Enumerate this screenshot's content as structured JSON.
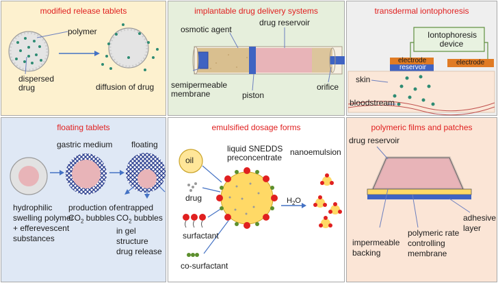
{
  "panels": {
    "modified_release": {
      "title": "modified release tablets",
      "polymer": "polymer",
      "dispersed_drug": "dispersed drug",
      "diffusion": "diffusion of drug"
    },
    "implantable": {
      "title": "implantable drug delivery systems",
      "osmotic_agent": "osmotic agent",
      "drug_reservoir": "drug reservoir",
      "semipermeable": "semipermeable membrane",
      "piston": "piston",
      "orifice": "orifice"
    },
    "transdermal": {
      "title": "transdermal iontophoresis",
      "device": "Iontophoresis device",
      "electrode_left": "electrode",
      "reservoir": "reservoir",
      "electrode_right": "electrode",
      "skin": "skin",
      "bloodstream": "bloodstream"
    },
    "floating": {
      "title": "floating tablets",
      "gastric_medium": "gastric medium",
      "floating": "floating",
      "hydrophilic": "hydrophilic swelling polymer + efferevescent substances",
      "production_main": "production of",
      "production_co2": "CO",
      "production_sub": "2",
      "production_tail": " bubbles",
      "entrapped_a": "entrapped CO",
      "entrapped_sub": "2",
      "entrapped_b": "bubbles in gel structure",
      "entrapped_c": "drug release"
    },
    "emulsified": {
      "title": "emulsified dosage forms",
      "oil": "oil",
      "liquid": "liquid SNEDDS preconcentrate",
      "nanoemulsion": "nanoemulsion",
      "drug": "drug",
      "surfactant": "surfactant",
      "cosurfactant": "co-surfactant",
      "water_main": "H",
      "water_sub": "2",
      "water_tail": "O"
    },
    "polymeric": {
      "title": "polymeric films and patches",
      "drug_reservoir": "drug reservoir",
      "impermeable": "impermeable backing",
      "rate_controlling": "polymeric rate controlling membrane",
      "adhesive": "adhesive layer"
    }
  },
  "colors": {
    "modified_bg": "#fdf1cf",
    "implant_bg": "#e6efdc",
    "transdermal_bg": "#efefef",
    "floating_bg": "#dfe8f5",
    "emulsified_bg": "#ffffff",
    "polymeric_bg": "#fbe5d6",
    "title_red": "#e02020",
    "drug_green": "#2e8b73",
    "arrow_blue": "#4472c4",
    "navy": "#2b3f8f",
    "pink": "#e8b4b8"
  }
}
